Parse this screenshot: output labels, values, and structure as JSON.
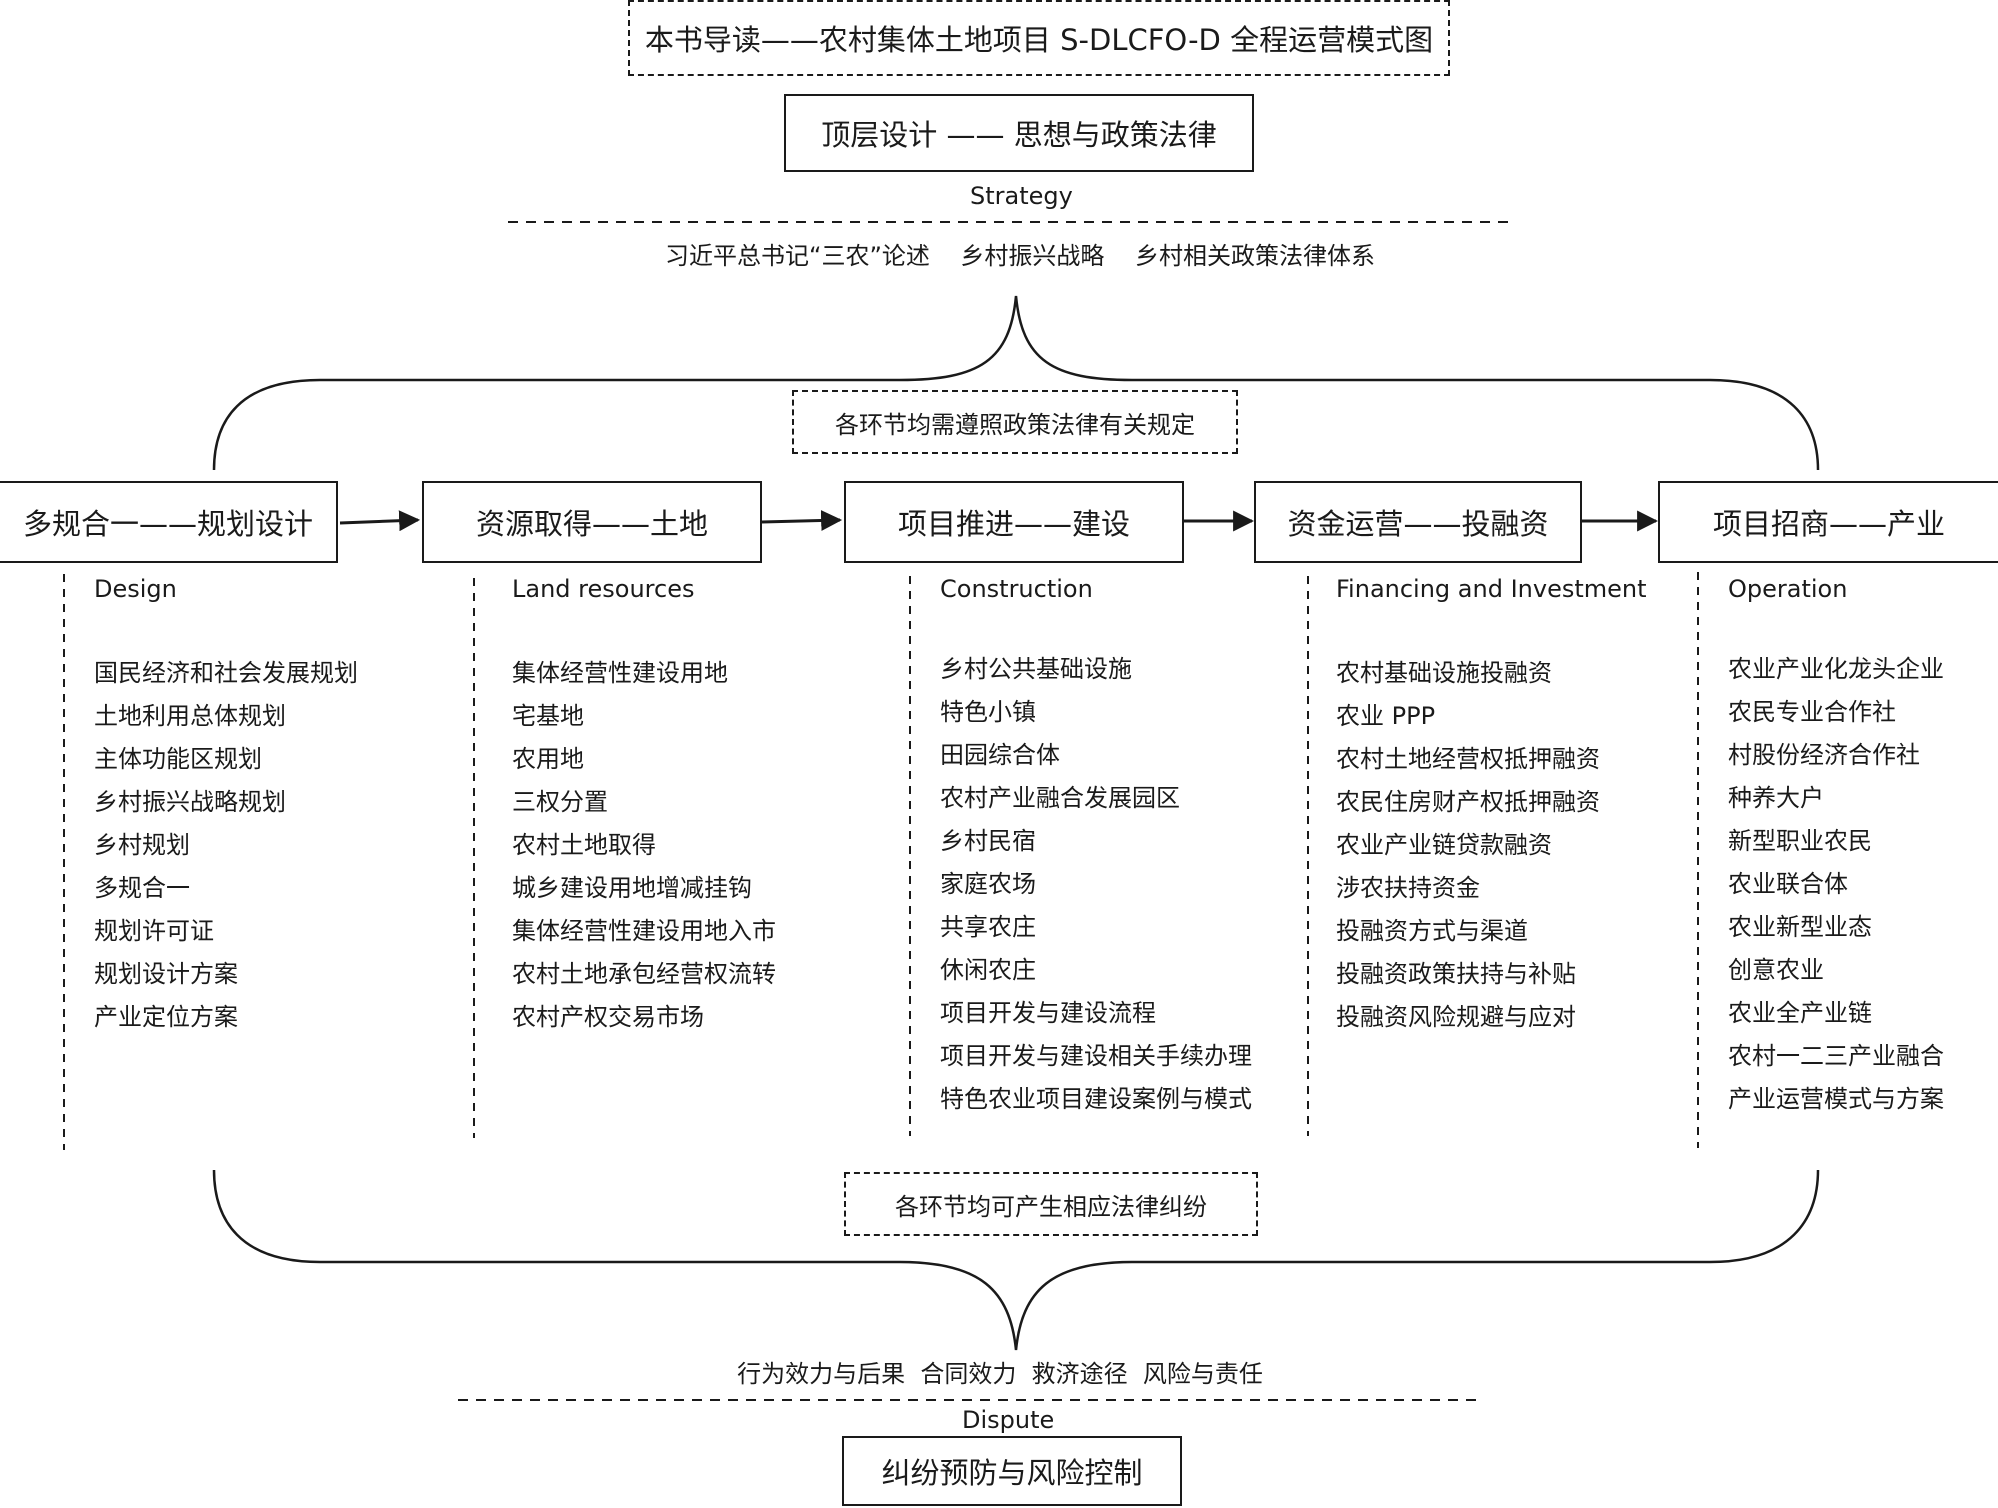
{
  "title": "本书导读——农村集体土地项目 S-DLCFO-D 全程运营模式图",
  "strategy": {
    "box": "顶层设计 —— 思想与政策法律",
    "label": "Strategy",
    "topics": "习近平总书记“三农”论述    乡村振兴战略    乡村相关政策法律体系"
  },
  "notes": {
    "top": "各环节均需遵照政策法律有关规定",
    "bottom": "各环节均可产生相应法律纠纷"
  },
  "stages": [
    {
      "title": "多规合一——规划设计",
      "en": "Design",
      "items": [
        "国民经济和社会发展规划",
        "土地利用总体规划",
        "主体功能区规划",
        "乡村振兴战略规划",
        "乡村规划",
        "多规合一",
        "规划许可证",
        "规划设计方案",
        "产业定位方案"
      ]
    },
    {
      "title": "资源取得——土地",
      "en": "Land resources",
      "items": [
        "集体经营性建设用地",
        "宅基地",
        "农用地",
        "三权分置",
        "农村土地取得",
        "城乡建设用地增减挂钩",
        "集体经营性建设用地入市",
        "农村土地承包经营权流转",
        "农村产权交易市场"
      ]
    },
    {
      "title": "项目推进——建设",
      "en": "Construction",
      "items": [
        "乡村公共基础设施",
        "特色小镇",
        "田园综合体",
        "农村产业融合发展园区",
        "乡村民宿",
        "家庭农场",
        "共享农庄",
        "休闲农庄",
        "项目开发与建设流程",
        "项目开发与建设相关手续办理",
        "特色农业项目建设案例与模式"
      ]
    },
    {
      "title": "资金运营——投融资",
      "en": "Financing and Investment",
      "items": [
        "农村基础设施投融资",
        "农业 PPP",
        "农村土地经营权抵押融资",
        "农民住房财产权抵押融资",
        "农业产业链贷款融资",
        "涉农扶持资金",
        "投融资方式与渠道",
        "投融资政策扶持与补贴",
        "投融资风险规避与应对"
      ]
    },
    {
      "title": "项目招商——产业",
      "en": "Operation",
      "items": [
        "农业产业化龙头企业",
        "农民专业合作社",
        "村股份经济合作社",
        "种养大户",
        "新型职业农民",
        "农业联合体",
        "农业新型业态",
        "创意农业",
        "农业全产业链",
        "农村一二三产业融合",
        "产业运营模式与方案"
      ]
    }
  ],
  "dispute": {
    "topics": "行为效力与后果  合同效力  救济途径  风险与责任",
    "label": "Dispute",
    "box": "纠纷预防与风险控制"
  }
}
